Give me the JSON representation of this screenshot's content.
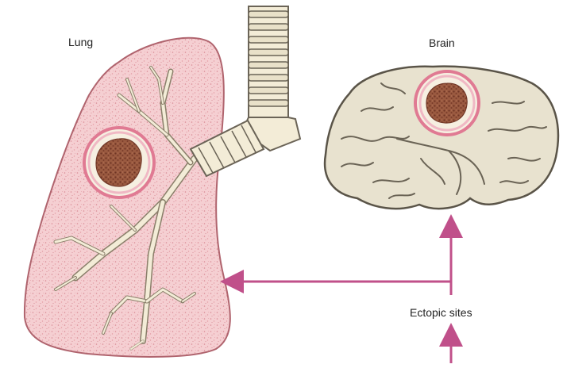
{
  "labels": {
    "lung": "Lung",
    "brain": "Brain",
    "ectopic": "Ectopic sites"
  },
  "colors": {
    "lung_fill": "#f4c6c9",
    "lung_outline": "#b0646e",
    "airway": "#f3ecd7",
    "airway_outline": "#8a7f6a",
    "tumor": "#8a4a35",
    "tumor_ring": "#e07a93",
    "brain_fill": "#e8e2cf",
    "brain_outline": "#5a5448",
    "arrow": "#c0508a"
  },
  "icons": {
    "lung": "lung-illustration",
    "trachea": "trachea-illustration",
    "brain": "brain-illustration",
    "lung_tumor": "tumor-mass",
    "brain_tumor": "tumor-mass"
  }
}
